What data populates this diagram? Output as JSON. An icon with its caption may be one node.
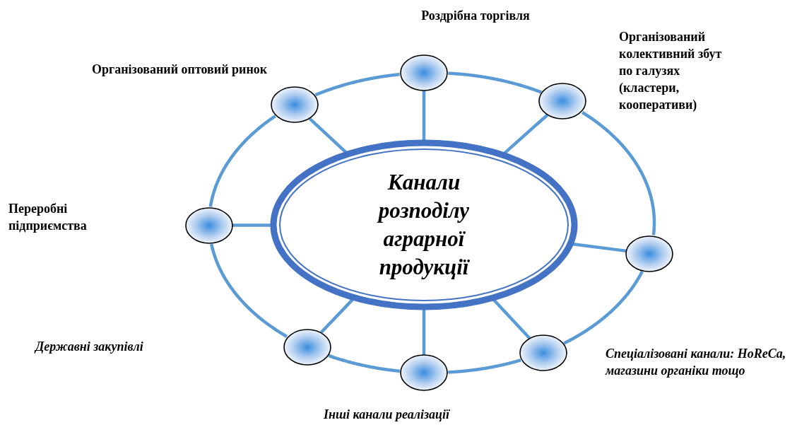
{
  "diagram": {
    "nodes": [
      {
        "text": [
          "Канали розподілу аграрної продукції"
        ]
      },
      {
        "text": [],
        "shape": "circle",
        "beside": [
          "Роздрібна торгівля"
        ]
      },
      {
        "text": [],
        "shape": "circle",
        "beside": [
          "Організований оптовий ринок"
        ]
      },
      {
        "text": [],
        "shape": "circle",
        "beside": [
          "Організований колективний збут по галузях (кластери, кооперативи)"
        ]
      },
      {
        "text": [],
        "shape": "circle"
      },
      {
        "text": [],
        "shape": "circle"
      },
      {
        "text": [],
        "shape": "circle"
      },
      {
        "text": [],
        "shape": "circle",
        "beside": [
          "Спеціалізовані канали: HoReCa, магазини органіки тощо"
        ]
      },
      {
        "text": [],
        "shape": "circle",
        "beside": [
          "Інші канали реалізації"
        ]
      }
    ],
    "edges": [
      {
        "from": 0,
        "to": 1,
        "arrow": "none"
      },
      {
        "from": 0,
        "to": 2,
        "arrow": "none"
      },
      {
        "from": 0,
        "to": 3,
        "arrow": "none"
      },
      {
        "from": 0,
        "to": 4,
        "arrow": "none"
      },
      {
        "from": 0,
        "to": 5,
        "arrow": "none"
      },
      {
        "from": 0,
        "to": 6,
        "arrow": "none"
      },
      {
        "from": 0,
        "to": 7,
        "arrow": "none"
      },
      {
        "from": 0,
        "to": 8,
        "arrow": "none"
      },
      {
        "from": 1,
        "to": 3,
        "arrow": "none"
      },
      {
        "from": 3,
        "to": 5,
        "arrow": "none"
      },
      {
        "from": 5,
        "to": 7,
        "arrow": "none"
      },
      {
        "from": 7,
        "to": 8,
        "arrow": "none"
      },
      {
        "from": 8,
        "to": 6,
        "arrow": "none"
      },
      {
        "from": 6,
        "to": 4,
        "arrow": "none"
      },
      {
        "from": 4,
        "to": 2,
        "arrow": "none"
      },
      {
        "from": 2,
        "to": 1,
        "arrow": "none"
      }
    ],
    "labels": [
      "Переробні підприємства",
      "Державні закупівлі"
    ]
  }
}
